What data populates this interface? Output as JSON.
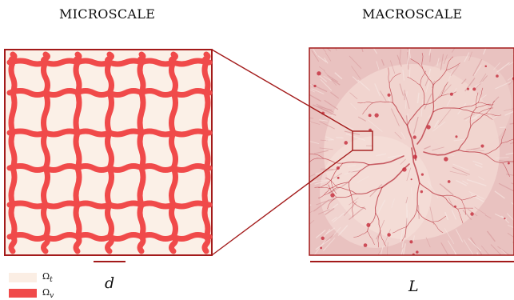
{
  "titles": {
    "micro": "MICROSCALE",
    "macro": "MACROSCALE"
  },
  "scale_labels": {
    "micro": "d",
    "macro": "L"
  },
  "legend": [
    {
      "label": "Ωt",
      "color": "#fbeee4"
    },
    {
      "label": "Ωv",
      "color": "#f04a4a"
    }
  ],
  "colors": {
    "frame": "#a31a1a",
    "tissue": "#fbf0e7",
    "vessel": "#f04a4a",
    "macro_bg": "#e9c2c0",
    "macro_vessel": "#b8323c"
  }
}
